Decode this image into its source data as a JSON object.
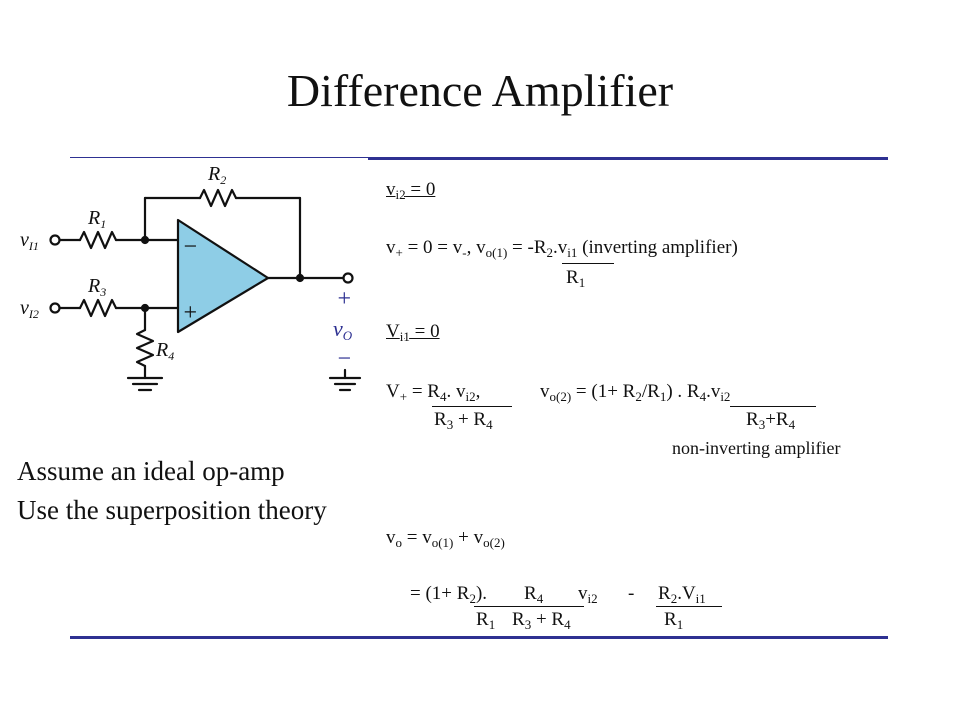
{
  "slide": {
    "title": "Difference Amplifier",
    "colors": {
      "accent": "#2e3192",
      "opamp_fill": "#8ecde6",
      "text": "#111111"
    }
  },
  "circuit": {
    "input1": "v",
    "input1_sub": "I1",
    "input2": "v",
    "input2_sub": "I2",
    "r1": "R",
    "r1_sub": "1",
    "r2": "R",
    "r2_sub": "2",
    "r3": "R",
    "r3_sub": "3",
    "r4": "R",
    "r4_sub": "4",
    "minus_sign": "−",
    "plus_sign": "+",
    "out_plus": "+",
    "out_minus": "−",
    "output": "v",
    "output_sub": "O"
  },
  "notes": {
    "line1": "Assume an ideal op-amp",
    "line2": "Use the superposition theory"
  },
  "case1": {
    "cond_v": "v",
    "cond_sub": "i2",
    "cond_rest": " = 0",
    "eq_a": "v",
    "eq_a_sub": "+",
    "eq_b": " = 0 = v",
    "eq_b_sub": "-",
    "eq_c": ", v",
    "eq_c_sub": "o(1)",
    "eq_d": " = -R",
    "eq_d_sub": "2",
    "eq_e": ".v",
    "eq_e_sub": "i1",
    "eq_f": " (inverting amplifier)",
    "den": "R",
    "den_sub": "1"
  },
  "case2": {
    "cond_v": "V",
    "cond_sub": "i1",
    "cond_rest": " = 0",
    "a1": "V",
    "a1_sub": "+",
    "a2": " = R",
    "a2_sub": "4",
    "a3": ". v",
    "a3_sub": "i2",
    "a4": ",",
    "b1": "v",
    "b1_sub": "o(2)",
    "b2": " = (1+ R",
    "b2_sub": "2",
    "b3": "/R",
    "b3_sub": "1",
    "b4": ") .  R",
    "b4_sub": "4",
    "b5": ".v",
    "b5_sub": "i2",
    "den1a": "R",
    "den1a_sub": "3",
    "den1b": " + R",
    "den1b_sub": "4",
    "den2a": "R",
    "den2a_sub": "3",
    "den2b": "+R",
    "den2b_sub": "4",
    "label": "non-inverting amplifier"
  },
  "total": {
    "t1": "v",
    "t1_sub": "o",
    "t2": " = v",
    "t2_sub": "o(1)",
    "t3": " + v",
    "t3_sub": "o(2)",
    "f1": "= (1+ R",
    "f1_sub": "2",
    "f2": ").",
    "f3": "R",
    "f3_sub": "4",
    "f4": "v",
    "f4_sub": "i2",
    "f5": "-",
    "f6": "R",
    "f6_sub": "2",
    "f7": ".V",
    "f7_sub": "i1",
    "g1": "R",
    "g1_sub": "1",
    "g2": "R",
    "g2_sub": "3",
    "g3": " + R",
    "g3_sub": "4",
    "g4": "R",
    "g4_sub": "1"
  }
}
